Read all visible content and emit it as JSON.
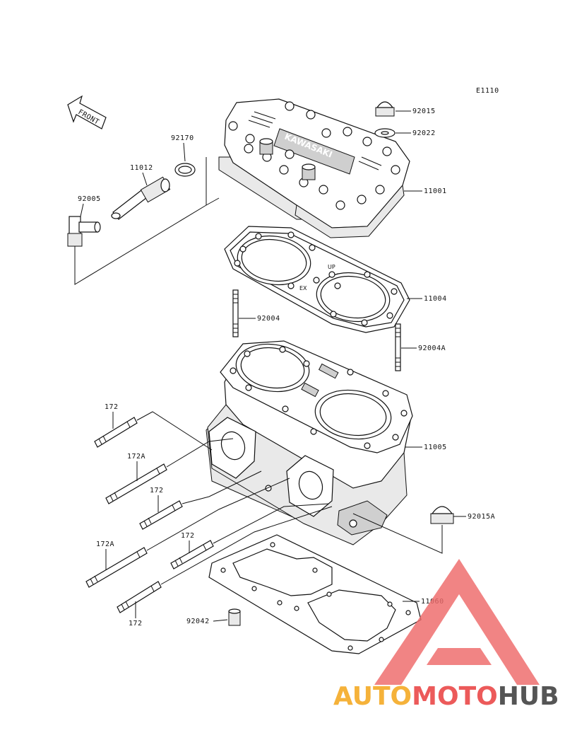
{
  "diagram": {
    "code": "E1110",
    "front_label": "FRONT",
    "head_stamp": "KAWASAKI",
    "gasket_marks": [
      "UP",
      "EX"
    ],
    "callouts": {
      "p92015": "92015",
      "p92022": "92022",
      "p92170": "92170",
      "p11012": "11012",
      "p11001": "11001",
      "p92005": "92005",
      "p11004": "11004",
      "p92004": "92004",
      "p92004A": "92004A",
      "p172a": "172",
      "p172Aa": "172A",
      "p172b": "172",
      "p172Ab": "172A",
      "p172c": "172",
      "p172d": "172",
      "p11005": "11005",
      "p92015A": "92015A",
      "p11060": "11060",
      "p92042": "92042"
    }
  },
  "watermark": {
    "part1": "AUTO",
    "part2": "MOTO",
    "part3": "HUB",
    "colors": {
      "auto": "#f5b23a",
      "moto": "#ec5a5a",
      "hub": "#555555",
      "triangle": "#ef6a6a"
    }
  }
}
